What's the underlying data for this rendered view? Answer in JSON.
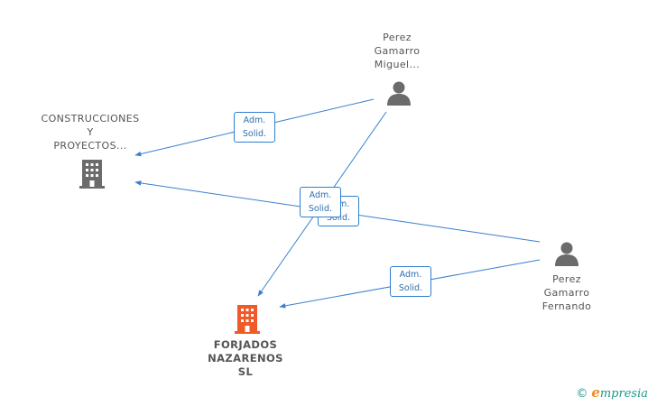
{
  "nodes": {
    "perez_miguel": {
      "line1": "Perez",
      "line2": "Gamarro",
      "line3": "Miguel..."
    },
    "construcciones": {
      "line1": "CONSTRUCCIONES",
      "line2": "Y",
      "line3": "PROYECTOS..."
    },
    "perez_fernando": {
      "line1": "Perez",
      "line2": "Gamarro",
      "line3": "Fernando"
    },
    "forjados": {
      "line1": "FORJADOS",
      "line2": "NAZARENOS",
      "line3": "SL"
    }
  },
  "edges": {
    "badge_a": {
      "line1": "Adm.",
      "line2": "Solid."
    },
    "badge_b_back": {
      "line1": "Adm.",
      "line2": "Solid."
    },
    "badge_b_front": {
      "line1": "Adm.",
      "line2": "Solid."
    },
    "badge_c": {
      "line1": "Adm.",
      "line2": "Solid."
    }
  },
  "footer": {
    "copyright": "©",
    "brand_e": "e",
    "brand_rest": "mpresia"
  },
  "colors": {
    "edge": "#3a80cf",
    "person": "#6b6b6b",
    "company_gray": "#6b6b6b",
    "company_orange": "#f05a28"
  }
}
